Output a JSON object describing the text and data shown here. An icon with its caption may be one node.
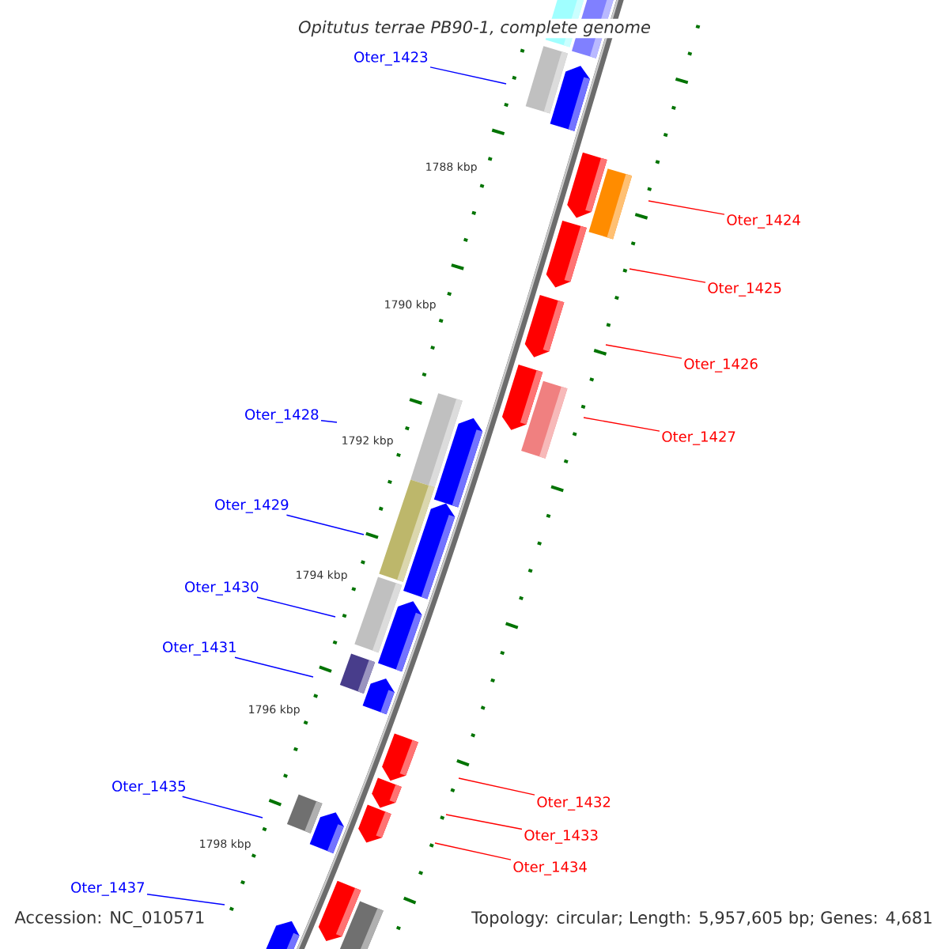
{
  "diagram": {
    "title": "Opitutus terrae PB90-1, complete genome",
    "nodes": [
      {
        "text": [
          "Oter_1423"
        ]
      },
      {
        "text": [
          "Oter_1424"
        ]
      },
      {
        "text": [
          "Oter_1425"
        ]
      },
      {
        "text": [
          "Oter_1426"
        ]
      },
      {
        "text": [
          "Oter_1427"
        ]
      },
      {
        "text": [
          "Oter_1428"
        ]
      },
      {
        "text": [
          "Oter_1429"
        ]
      },
      {
        "text": [
          "Oter_1430"
        ]
      },
      {
        "text": [
          "Oter_1431"
        ]
      },
      {
        "text": [
          "Oter_1432"
        ]
      },
      {
        "text": [
          "Oter_1433"
        ]
      },
      {
        "text": [
          "Oter_1434"
        ]
      },
      {
        "text": [
          "Oter_1435"
        ]
      },
      {
        "text": [
          "Oter_1437"
        ]
      }
    ],
    "edges": [
      {
        "from": 0,
        "to": null,
        "arrow": "none",
        "color": "#0000ff"
      },
      {
        "from": 1,
        "to": null,
        "arrow": "none",
        "color": "#ff0000"
      },
      {
        "from": 2,
        "to": null,
        "arrow": "none",
        "color": "#ff0000"
      },
      {
        "from": 3,
        "to": null,
        "arrow": "none",
        "color": "#ff0000"
      },
      {
        "from": 4,
        "to": null,
        "arrow": "none",
        "color": "#ff0000"
      },
      {
        "from": 5,
        "to": null,
        "arrow": "none",
        "color": "#0000ff"
      },
      {
        "from": 6,
        "to": null,
        "arrow": "none",
        "color": "#0000ff"
      },
      {
        "from": 7,
        "to": null,
        "arrow": "none",
        "color": "#0000ff"
      },
      {
        "from": 8,
        "to": null,
        "arrow": "none",
        "color": "#0000ff"
      },
      {
        "from": 9,
        "to": null,
        "arrow": "none",
        "color": "#ff0000"
      },
      {
        "from": 10,
        "to": null,
        "arrow": "none",
        "color": "#ff0000"
      },
      {
        "from": 11,
        "to": null,
        "arrow": "none",
        "color": "#ff0000"
      },
      {
        "from": 12,
        "to": null,
        "arrow": "none",
        "color": "#0000ff"
      },
      {
        "from": 13,
        "to": null,
        "arrow": "none",
        "color": "#0000ff"
      }
    ],
    "labels": [
      "1788 kbp",
      "1790 kbp",
      "1792 kbp",
      "1794 kbp",
      "1796 kbp",
      "1798 kbp",
      "Accession: NC_010571",
      "Topology: circular; Length: 5,957,605 bp; Genes: 4,681"
    ]
  }
}
